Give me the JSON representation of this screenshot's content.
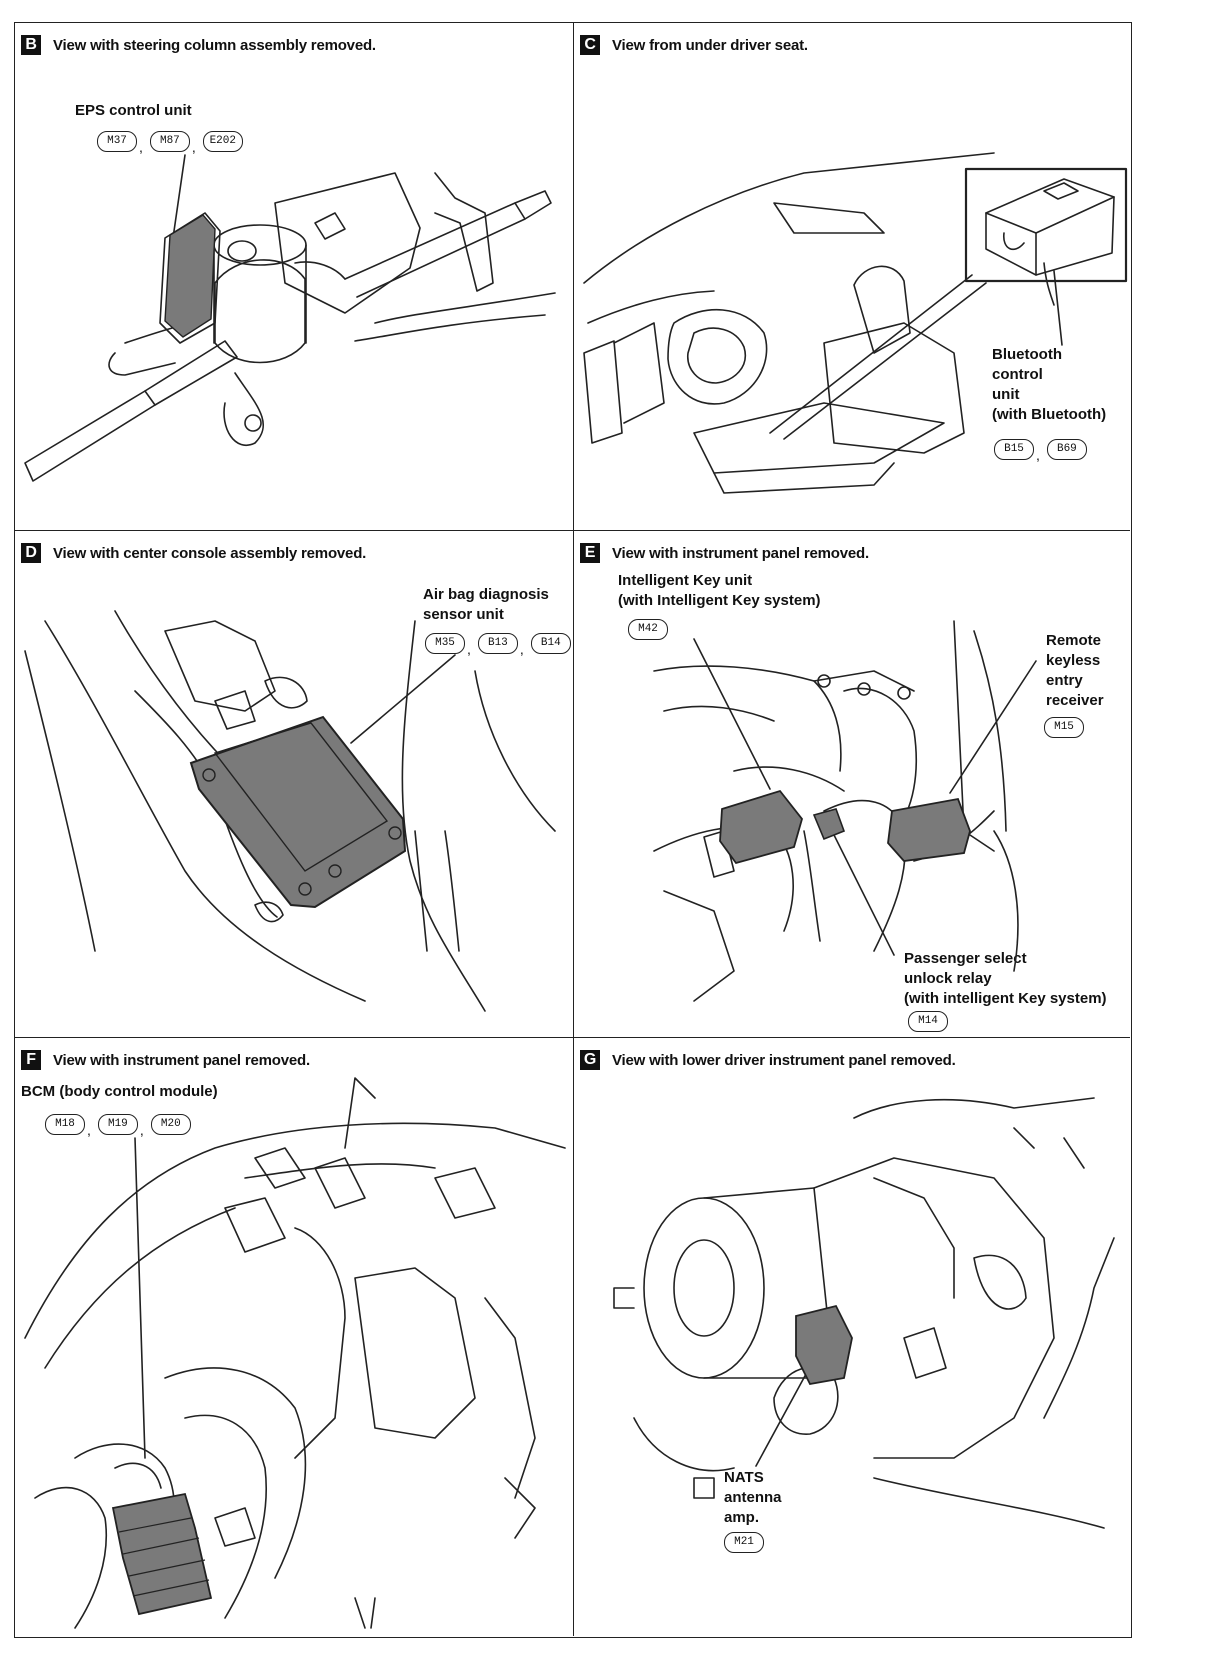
{
  "panels": {
    "b": {
      "letter": "B",
      "title": "View with steering column assembly removed.",
      "label": "EPS control unit",
      "connectors": [
        "M37",
        "M87",
        "E202"
      ]
    },
    "c": {
      "letter": "C",
      "title": "View from under driver seat.",
      "label_lines": [
        "Bluetooth",
        "control",
        "unit",
        "(with Bluetooth)"
      ],
      "connectors": [
        "B15",
        "B69"
      ]
    },
    "d": {
      "letter": "D",
      "title": "View with center console assembly removed.",
      "label_lines": [
        "Air bag diagnosis",
        "sensor unit"
      ],
      "connectors": [
        "M35",
        "B13",
        "B14"
      ]
    },
    "e": {
      "letter": "E",
      "title": "View with instrument panel removed.",
      "key_label_lines": [
        "Intelligent Key unit",
        "(with Intelligent Key system)"
      ],
      "key_connectors": [
        "M42"
      ],
      "rke_label_lines": [
        "Remote",
        "keyless",
        "entry",
        "receiver"
      ],
      "rke_connectors": [
        "M15"
      ],
      "relay_label_lines": [
        "Passenger select",
        "unlock relay",
        "(with intelligent Key system)"
      ],
      "relay_connectors": [
        "M14"
      ]
    },
    "f": {
      "letter": "F",
      "title": "View with instrument panel removed.",
      "label": "BCM (body control module)",
      "connectors": [
        "M18",
        "M19",
        "M20"
      ]
    },
    "g": {
      "letter": "G",
      "title": "View with lower driver instrument panel removed.",
      "label_lines": [
        "NATS",
        "antenna",
        "amp."
      ],
      "connectors": [
        "M21"
      ]
    }
  },
  "colors": {
    "line": "#222222",
    "shade": "#7a7a7a"
  }
}
